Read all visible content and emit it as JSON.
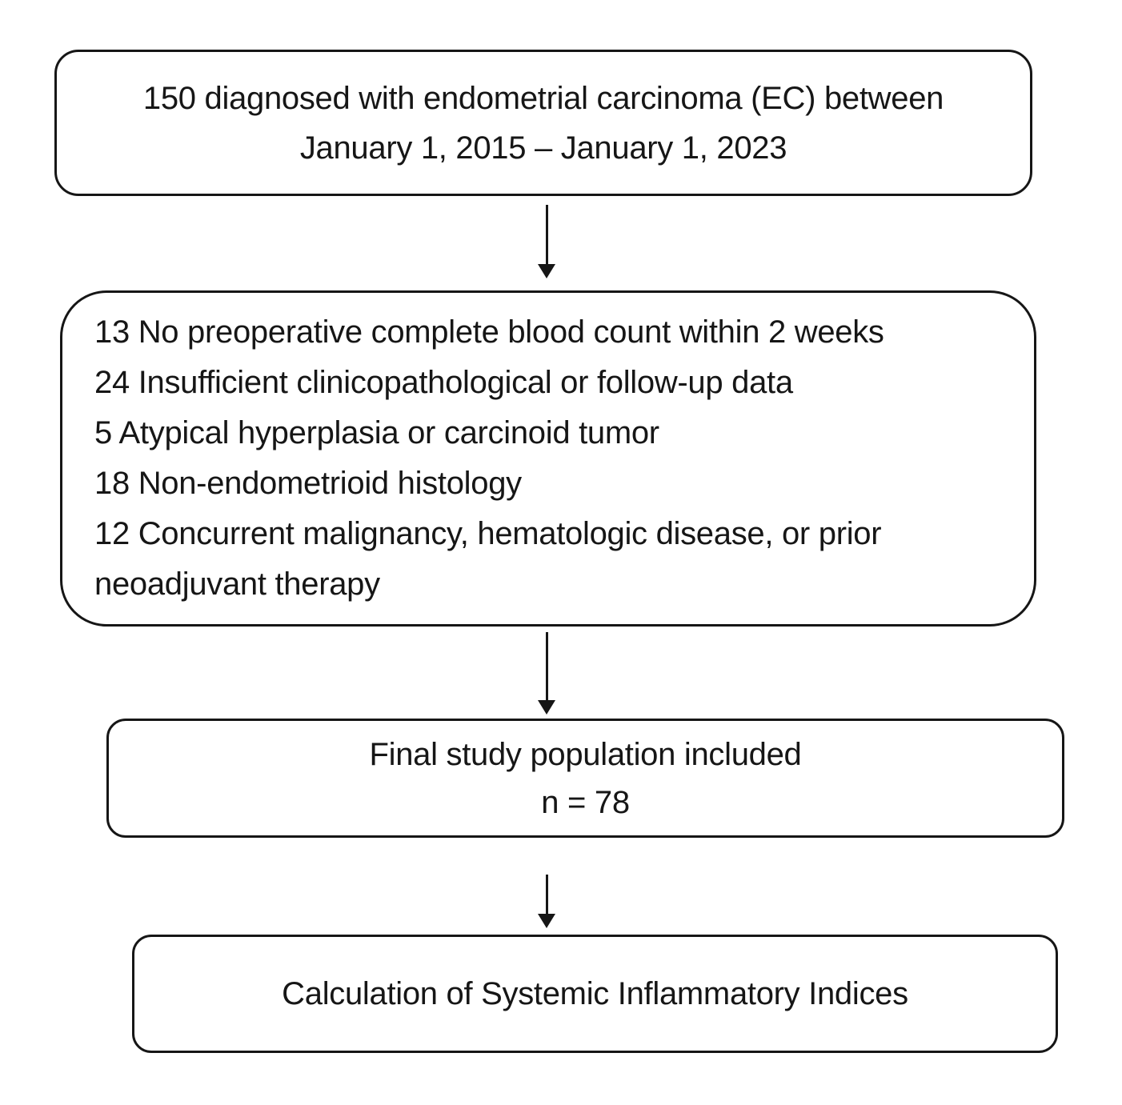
{
  "flowchart": {
    "box1": {
      "line1": "150 diagnosed with endometrial carcinoma (EC) between",
      "line2": "January 1, 2015 – January 1, 2023"
    },
    "box2": {
      "items": [
        "13 No preoperative complete blood count within 2 weeks",
        "24 Insufficient clinicopathological or follow-up data",
        "5 Atypical hyperplasia or carcinoid tumor",
        "18 Non-endometrioid histology",
        "12 Concurrent malignancy, hematologic disease, or prior neoadjuvant therapy"
      ]
    },
    "box3": {
      "line1": "Final study population included",
      "line2": "n = 78"
    },
    "box4": {
      "line1": "Calculation of Systemic Inflammatory Indices"
    },
    "colors": {
      "border": "#161616",
      "text": "#161616",
      "background": "#ffffff"
    }
  }
}
